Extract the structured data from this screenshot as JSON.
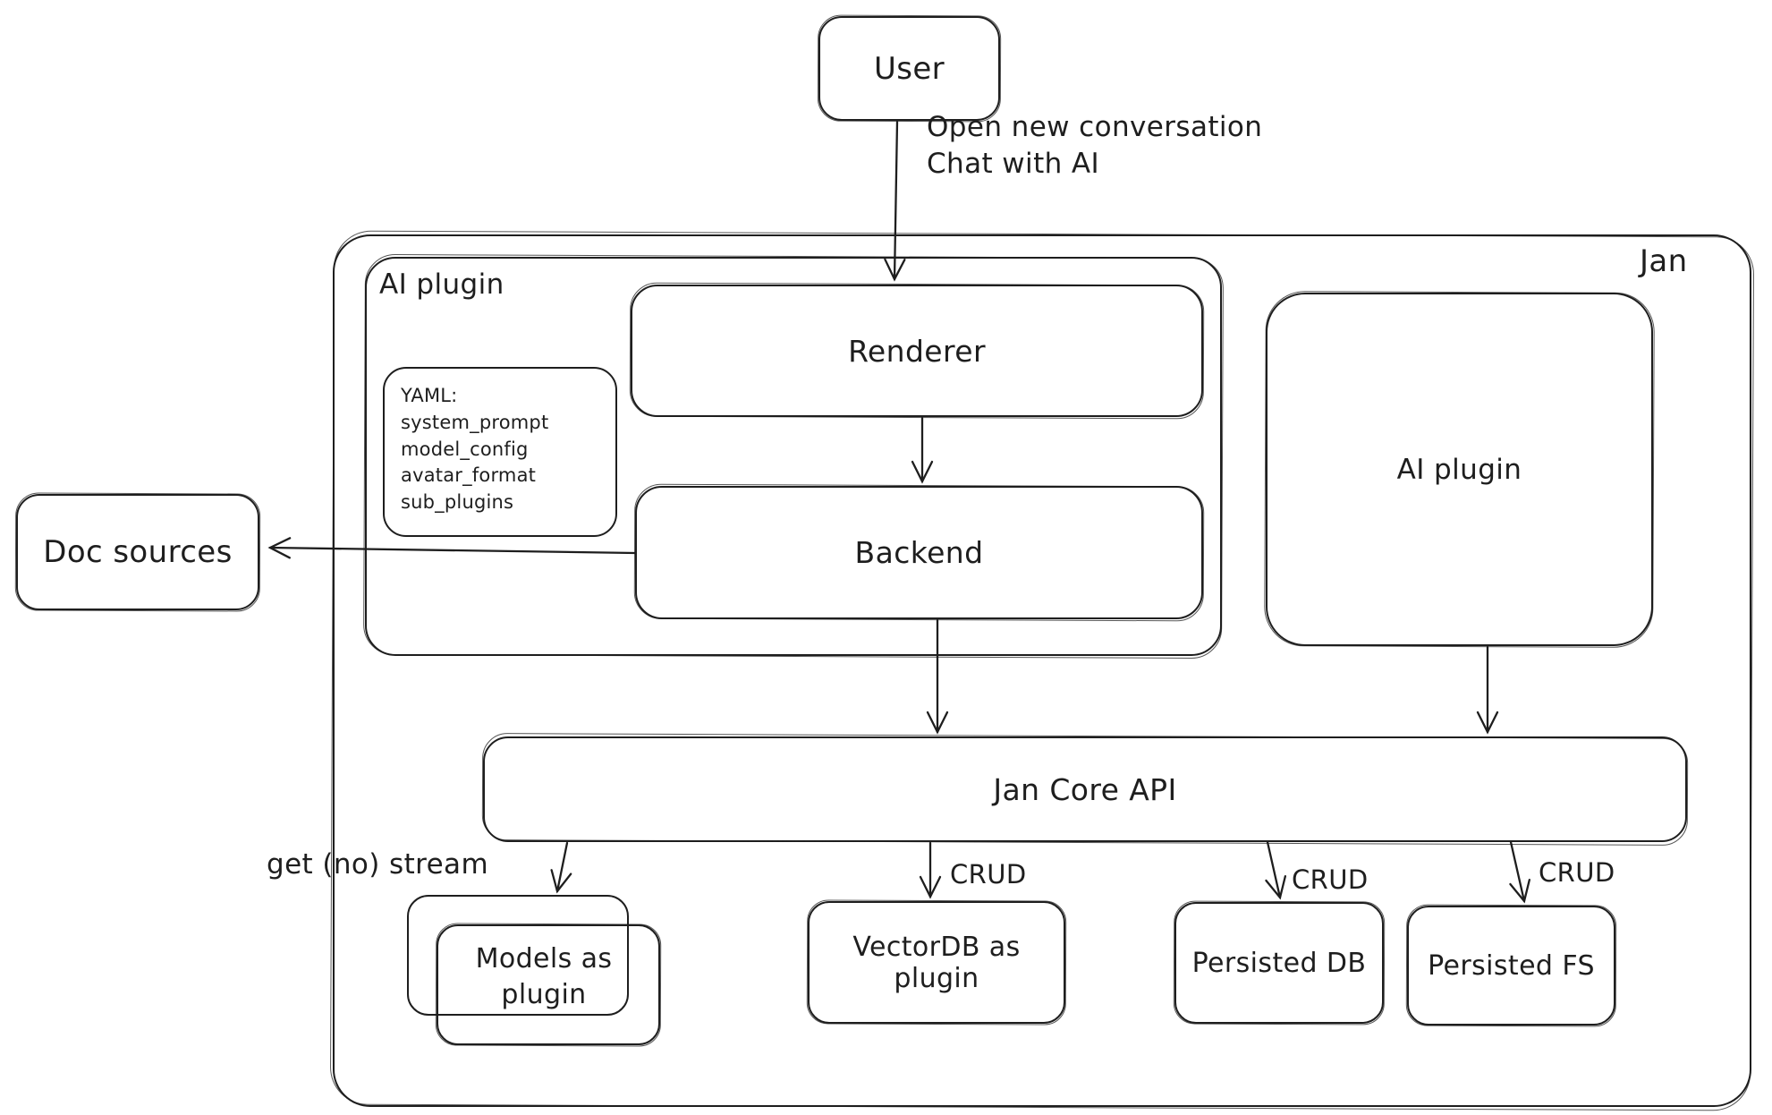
{
  "canvas": {
    "background": "#ffffff",
    "stroke_color": "#1e1e1e"
  },
  "containers": {
    "jan": {
      "label": "Jan"
    },
    "ai_plugin_group": {
      "label": "AI plugin"
    }
  },
  "nodes": {
    "user": {
      "label": "User"
    },
    "renderer": {
      "label": "Renderer"
    },
    "backend": {
      "label": "Backend"
    },
    "yaml_note": {
      "lines": [
        "YAML:",
        "system_prompt",
        "model_config",
        "avatar_format",
        "sub_plugins"
      ]
    },
    "doc_sources": {
      "label": "Doc sources"
    },
    "ai_plugin_box": {
      "label": "AI plugin"
    },
    "jan_core_api": {
      "label": "Jan Core API"
    },
    "models_as_plugin": {
      "label": "Models as\nplugin"
    },
    "vectordb_as_plugin": {
      "label": "VectorDB as\nplugin"
    },
    "persisted_db": {
      "label": "Persisted DB"
    },
    "persisted_fs": {
      "label": "Persisted FS"
    }
  },
  "edges": {
    "user_to_renderer": {
      "label": "Open new conversation\nChat with AI"
    },
    "renderer_to_backend": {
      "label": ""
    },
    "backend_to_doc_sources": {
      "label": ""
    },
    "backend_to_jan_core": {
      "label": ""
    },
    "ai_plugin_to_jan_core": {
      "label": ""
    },
    "jan_core_to_models": {
      "label": "get (no) stream"
    },
    "jan_core_to_vectordb": {
      "label": "CRUD"
    },
    "jan_core_to_persisted_db": {
      "label": "CRUD"
    },
    "jan_core_to_persisted_fs": {
      "label": "CRUD"
    }
  }
}
